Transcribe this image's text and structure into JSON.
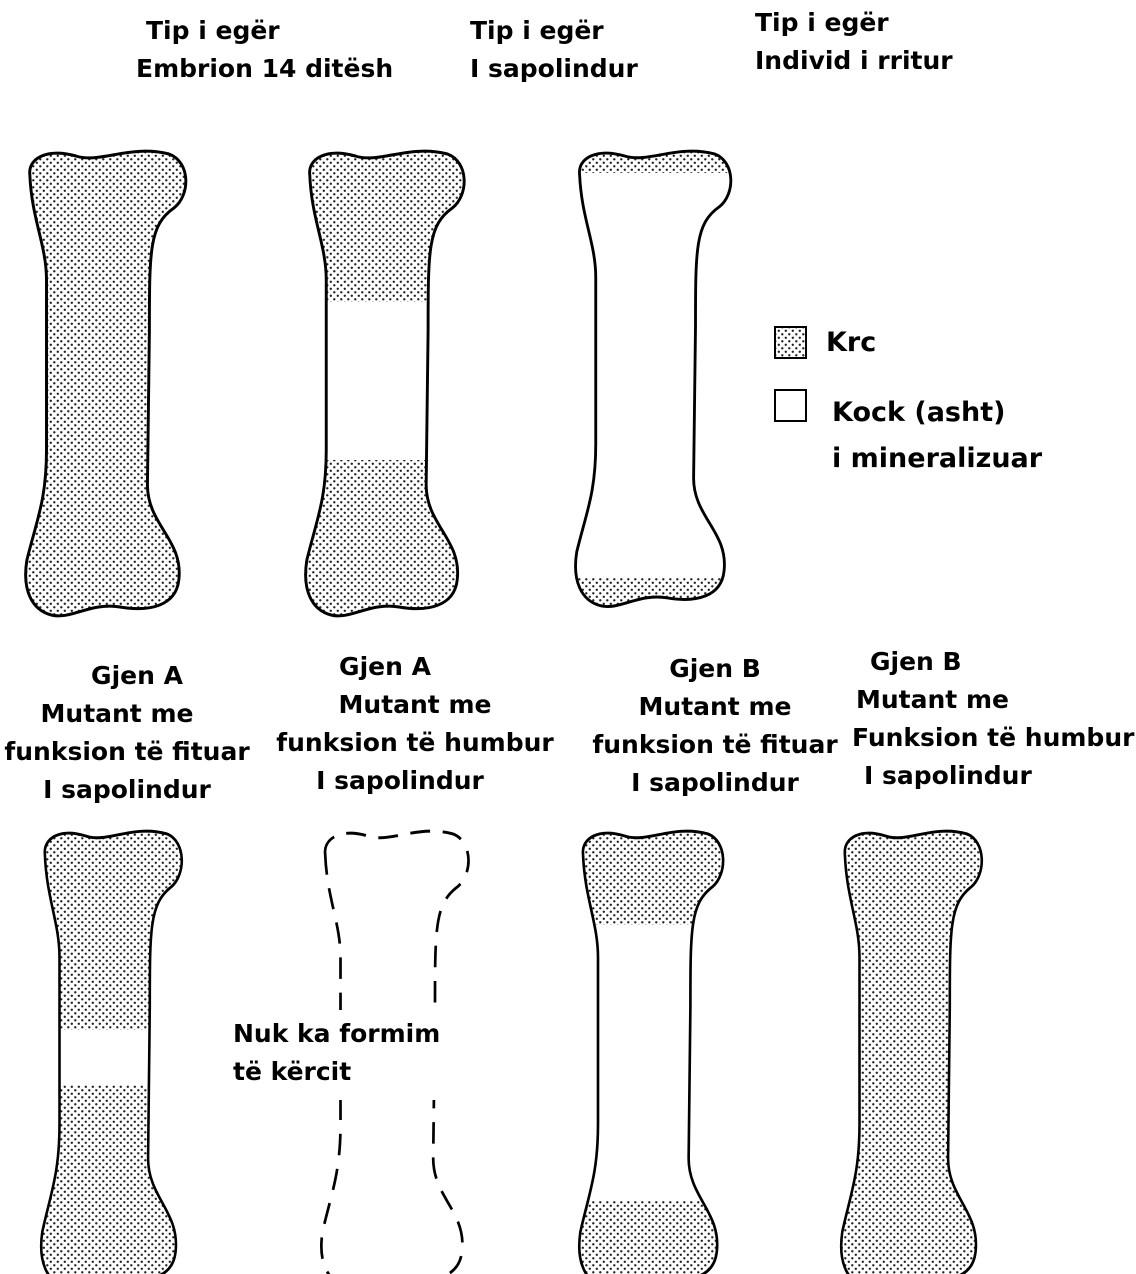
{
  "panels": [
    {
      "lines": [
        "Tip i egër",
        "Embrion 14 ditësh"
      ]
    },
    {
      "lines": [
        "Tip i egër",
        "I sapolindur"
      ]
    },
    {
      "lines": [
        "Tip i egër",
        "Individ i rritur"
      ]
    },
    {
      "lines": [
        "Gjen  A",
        "Mutant me",
        "funksion të fituar",
        "I sapolindur"
      ]
    },
    {
      "lines": [
        "Gjen  A",
        "Mutant me",
        "funksion të humbur",
        "I sapolindur"
      ]
    },
    {
      "lines": [
        "Gjen B",
        "Mutant me",
        "funksion të fituar",
        "I sapolindur"
      ]
    },
    {
      "lines": [
        "Gjen B",
        "Mutant me",
        "Funksion të humbur",
        "I sapolindur"
      ]
    }
  ],
  "legend": {
    "cartilage": "Krc",
    "bone_line1": "Kock (asht)",
    "bone_line2": "i mineralizuar"
  },
  "no_cartilage_note": [
    "Nuk ka formim",
    "të kërcit"
  ]
}
